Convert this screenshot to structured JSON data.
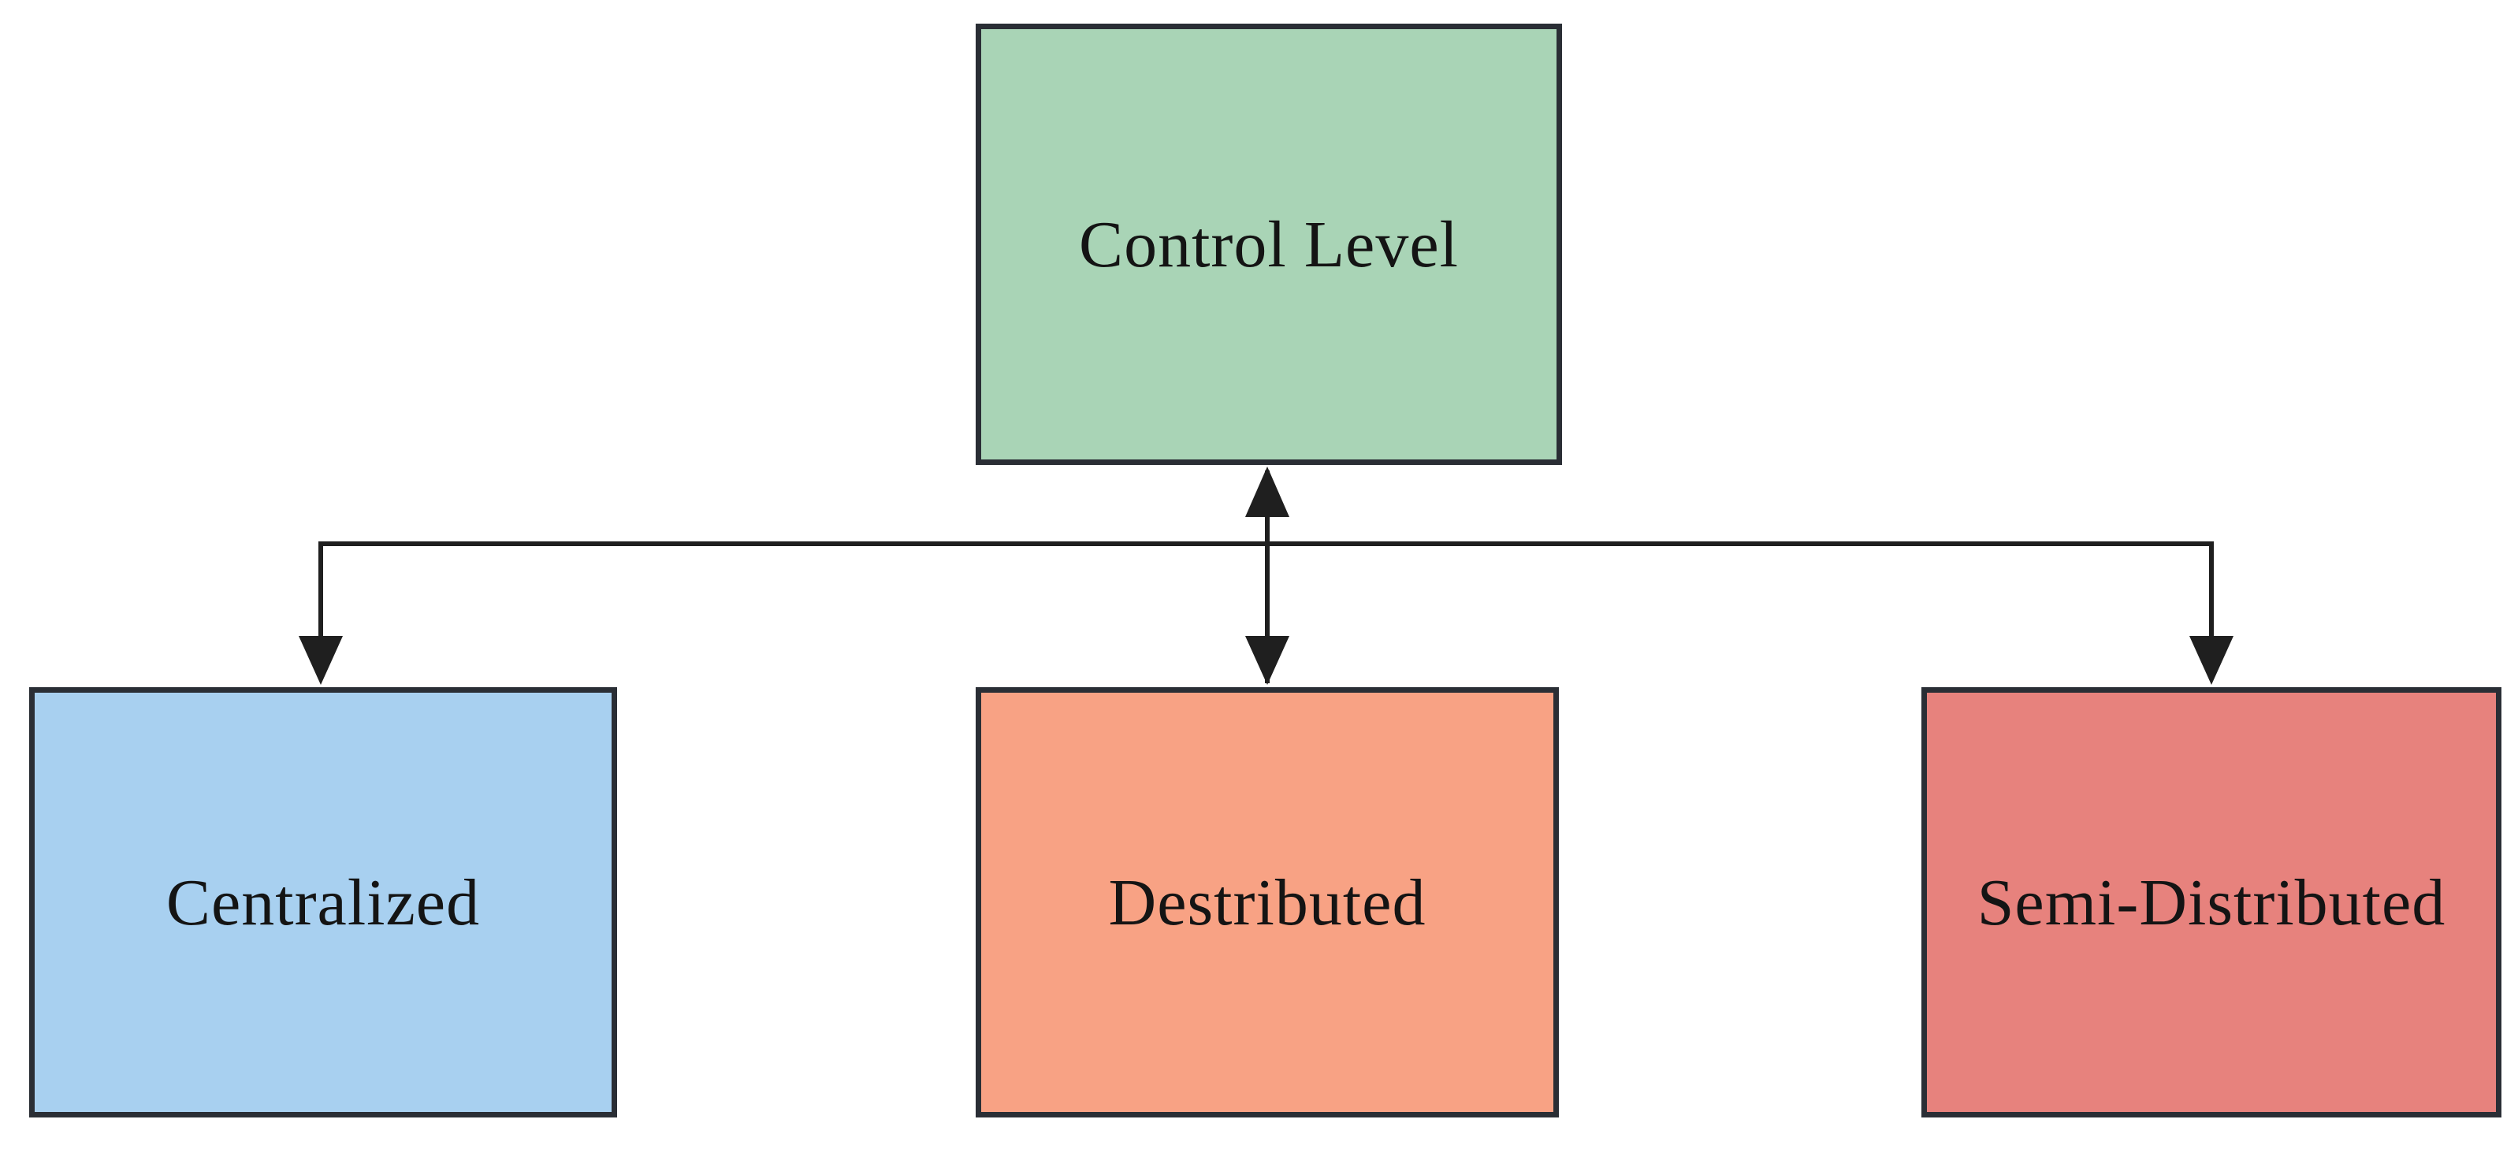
{
  "diagram": {
    "nodes": [
      {
        "id": "control",
        "label": "Control Level"
      },
      {
        "id": "centralized",
        "label": "Centralized"
      },
      {
        "id": "destributed",
        "label": "Destributed"
      },
      {
        "id": "semi_distributed",
        "label": "Semi-Distributed"
      }
    ],
    "edges": [
      {
        "from": "control",
        "to": "centralized",
        "arrows": "to"
      },
      {
        "from": "control",
        "to": "destributed",
        "arrows": "both"
      },
      {
        "from": "control",
        "to": "semi_distributed",
        "arrows": "to"
      }
    ]
  },
  "colors": {
    "box-green": "#a9d4b6",
    "box-blue": "#a8d0f0",
    "box-orange": "#f8a284",
    "box-red": "#e7827d",
    "line": "#1f1f1f",
    "border": "#2a2e35",
    "text": "#141414",
    "background": "#ffffff"
  }
}
